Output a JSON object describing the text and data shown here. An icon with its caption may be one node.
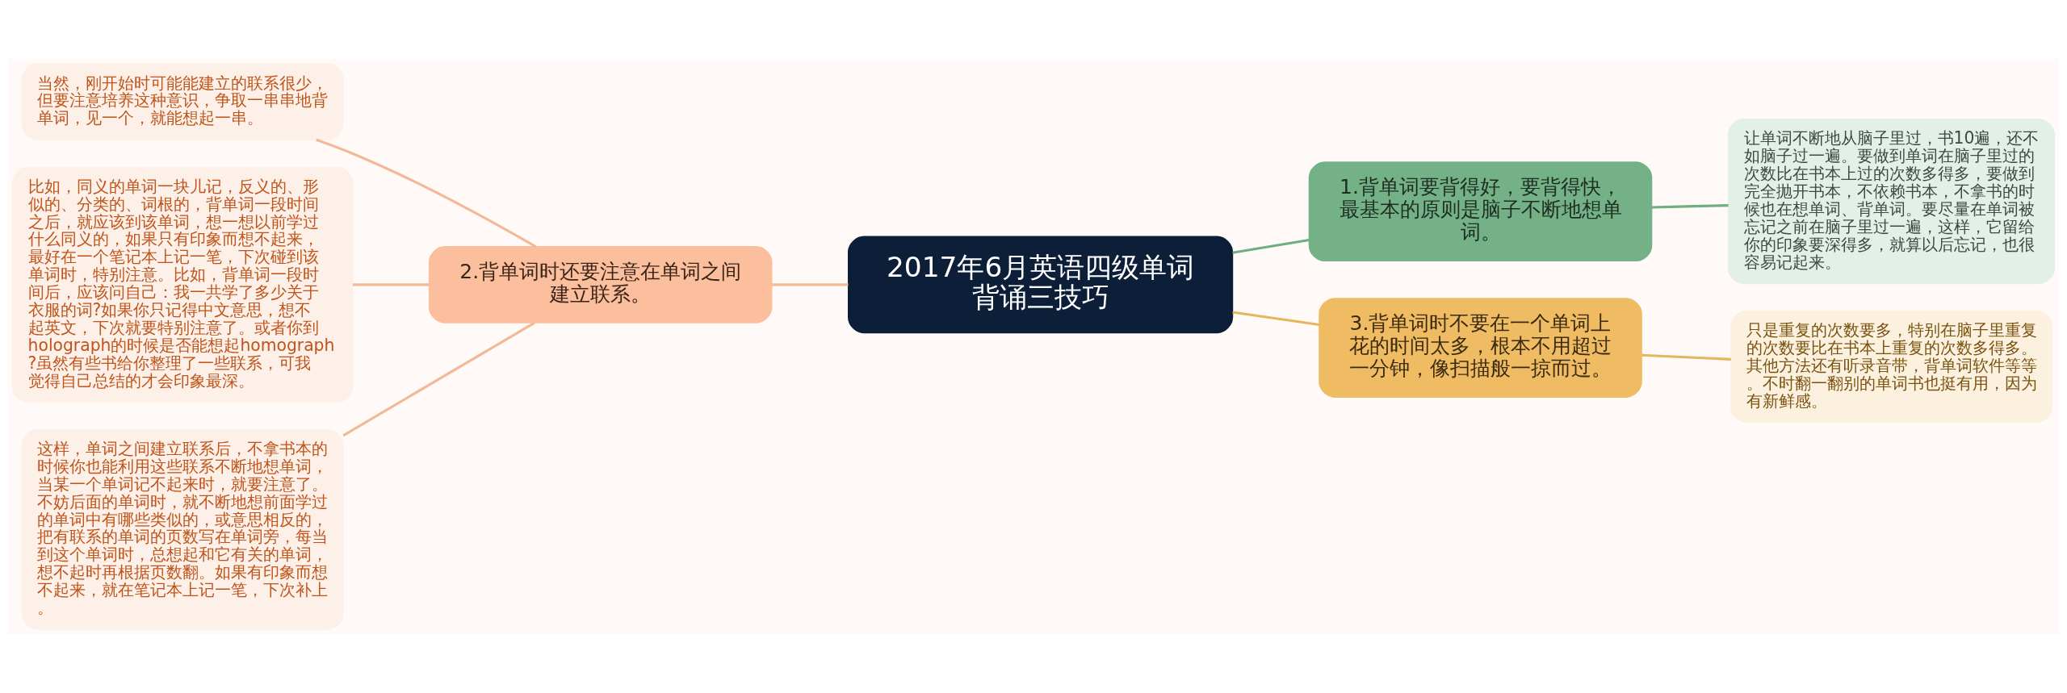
{
  "diagram": {
    "nodes": [
      {
        "text": [
          "2017年6月英语四级单词背诵三技巧"
        ]
      },
      {
        "text": [
          "1.背单词要背得好，要背得快，最基本的原则是脑子不断地想单词。"
        ]
      },
      {
        "text": [
          "让单词不断地从脑子里过，书10遍，还不如脑子过一遍。要做到单词在脑子里过的次数比在书本上过的次数多得多，要做到完全抛开书本，不依赖书本，不拿书的时候也在想单词、背单词。要尽量在单词被忘记之前在脑子里过一遍，这样，它留给你的印象要深得多，就算以后忘记，也很容易记起来。"
        ]
      },
      {
        "text": [
          "2.背单词时还要注意在单词之间建立联系。"
        ]
      },
      {
        "text": [
          "当然，刚开始时可能能建立的联系很少，但要注意培养这种意识，争取一串串地背单词，见一个，就能想起一串。"
        ]
      },
      {
        "text": [
          "比如，同义的单词一块儿记，反义的、形似的、分类的、词根的，背单词一段时间之后，就应该到该单词，想一想以前学过什么同义的，如果只有印象而想不起来，最好在一个笔记本上记一笔，下次碰到该单词时，特别注意。比如，背单词一段时间后，应该问自己：我一共学了多少关于衣服的词?如果你只记得中文意思，想不起英文，下次就要特别注意了。或者你到holograph的时候是否能想起homograph?虽然有些书给你整理了一些联系，可我觉得自己总结的才会印象最深。"
        ]
      },
      {
        "text": [
          "这样，单词之间建立联系后，不拿书本的时候你也能利用这些联系不断地想单词，当某一个单词记不起来时，就要注意了。不妨后面的单词时，就不断地想前面学过的单词中有哪些类似的，或意思相反的，把有联系的单词的页数写在单词旁，每当到这个单词时，总想起和它有关的单词，想不起时再根据页数翻。如果有印象而想不起来，就在笔记本上记一笔，下次补上。"
        ]
      },
      {
        "text": [
          "3.背单词时不要在一个单词上花的时间太多，根本不用超过一分钟，像扫描般一掠而过。"
        ]
      },
      {
        "text": [
          "只是重复的次数要多，特别在脑子里重复的次数要比在书本上重复的次数多得多。其他方法还有听录音带，背单词软件等等。不时翻一翻别的单词书也挺有用，因为有新鲜感。"
        ]
      }
    ],
    "edges": [
      {
        "from": 0,
        "to": 1,
        "arrow": "none",
        "color": "#6fae82"
      },
      {
        "from": 1,
        "to": 2,
        "arrow": "none",
        "color": "#6fae82"
      },
      {
        "from": 0,
        "to": 3,
        "arrow": "none"
      },
      {
        "from": 3,
        "to": 4,
        "arrow": "none"
      },
      {
        "from": 3,
        "to": 5,
        "arrow": "none"
      },
      {
        "from": 3,
        "to": 6,
        "arrow": "none"
      },
      {
        "from": 0,
        "to": 7,
        "arrow": "none",
        "color": "#e5b65c"
      },
      {
        "from": 7,
        "to": 8,
        "arrow": "none",
        "color": "#e5b65c"
      }
    ]
  }
}
